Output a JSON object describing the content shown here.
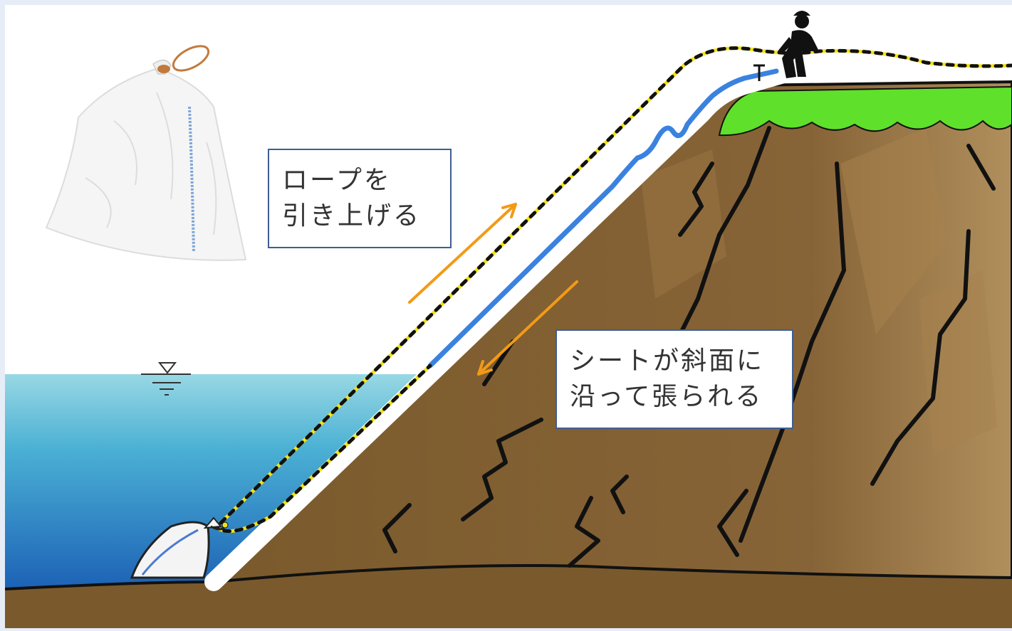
{
  "labels": {
    "pull_rope": [
      "ロープを",
      "引き上げる"
    ],
    "sheet_tensioned": [
      "シートが斜面に",
      "沿って張られる"
    ]
  },
  "colors": {
    "background": "#e6edf7",
    "sky": "#ffffff",
    "water_top": "#8fd2e0",
    "water_bottom": "#1f67b8",
    "soil": "#7a5a2c",
    "soil_light": "#a88652",
    "grass": "#5fe02a",
    "rope_yellow": "#f3e21a",
    "rope_black": "#111111",
    "sheet_blue": "#3b82e0",
    "arrow_orange": "#f29a17",
    "box_border": "#3f5e91"
  },
  "icons": {
    "worker": "worker-pulling-rope-icon",
    "water_level": "water-level-marker-icon",
    "sandbag": "sandbag-icon"
  }
}
